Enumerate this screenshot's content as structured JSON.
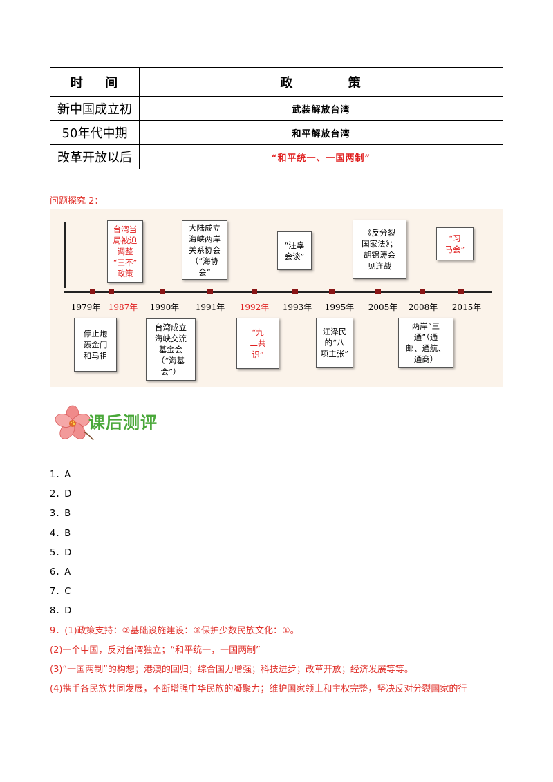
{
  "table": {
    "header": {
      "time": "时 间",
      "policy": "政 策"
    },
    "rows": [
      {
        "time": "新中国成立初",
        "policy": "武装解放台湾",
        "highlight": false
      },
      {
        "time": "50年代中期",
        "policy": "和平解放台湾",
        "highlight": false
      },
      {
        "time": "改革开放以后",
        "policy": "“和平统一、一国两制”",
        "highlight": true
      }
    ]
  },
  "question_label": "问题探究 2：",
  "timeline": {
    "years": [
      {
        "label": "1979年",
        "highlight": false
      },
      {
        "label": "1987年",
        "highlight": true
      },
      {
        "label": "1990年",
        "highlight": false
      },
      {
        "label": "1991年",
        "highlight": false
      },
      {
        "label": "1992年",
        "highlight": true
      },
      {
        "label": "1993年",
        "highlight": false
      },
      {
        "label": "1995年",
        "highlight": false
      },
      {
        "label": "2005年",
        "highlight": false
      },
      {
        "label": "2008年",
        "highlight": false
      },
      {
        "label": "2015年",
        "highlight": false
      }
    ],
    "events": [
      {
        "year": "1979年",
        "lines": [
          "停止炮",
          "轰金门",
          "和马祖"
        ],
        "highlight": false
      },
      {
        "year": "1987年",
        "lines": [
          "台湾当",
          "局被迫",
          "调整",
          "“三不”",
          "政策"
        ],
        "highlight": true
      },
      {
        "year": "1990年",
        "lines": [
          "台湾成立",
          "海峡交流",
          "基金会",
          "（“海基",
          "会”）"
        ],
        "highlight": false
      },
      {
        "year": "1991年",
        "lines": [
          "大陆成立",
          "海峡两岸",
          "关系协会",
          "（“海协",
          "会”"
        ],
        "highlight": false
      },
      {
        "year": "1992年",
        "lines": [
          "“九",
          "二共",
          "识”"
        ],
        "highlight": true
      },
      {
        "year": "1993年",
        "lines": [
          "“汪辜",
          "会谈”"
        ],
        "highlight": false
      },
      {
        "year": "1995年",
        "lines": [
          "江泽民",
          "的“八",
          "项主张”"
        ],
        "highlight": false
      },
      {
        "year": "2005年",
        "lines": [
          "《反分裂",
          "国家法》；",
          "胡锦涛会",
          "见连战"
        ],
        "highlight": false
      },
      {
        "year": "2008年",
        "lines": [
          "两岸“三",
          "通”（通",
          "邮、通航、",
          "通商）"
        ],
        "highlight": false
      },
      {
        "year": "2015年",
        "lines": [
          "“习",
          "马会”"
        ],
        "highlight": true
      }
    ]
  },
  "section_heading": "课后测评",
  "colors": {
    "red": "#e02020",
    "green": "#4aa83a",
    "marker": "#8a1616"
  },
  "answers": [
    {
      "text": "1．A",
      "red": false
    },
    {
      "text": "2．D",
      "red": false
    },
    {
      "text": "3．B",
      "red": false
    },
    {
      "text": "4．B",
      "red": false
    },
    {
      "text": "5．D",
      "red": false
    },
    {
      "text": "6．A",
      "red": false
    },
    {
      "text": "7．C",
      "red": false
    },
    {
      "text": "8．D",
      "red": false
    },
    {
      "text": "9．(1)政策支持：②基础设施建设：③保护少数民族文化：①。",
      "red": true
    },
    {
      "text": "(2)一个中国，反对台湾独立；“和平统一，一国两制”",
      "red": true
    },
    {
      "text": "(3)“一国两制”的构想；港澳的回归；综合国力增强；科技进步；改革开放；经济发展等等。",
      "red": true
    },
    {
      "text": "(4)携手各民族共同发展，不断增强中华民族的凝聚力；维护国家领土和主权完整，坚决反对分裂国家的行",
      "red": true
    }
  ]
}
